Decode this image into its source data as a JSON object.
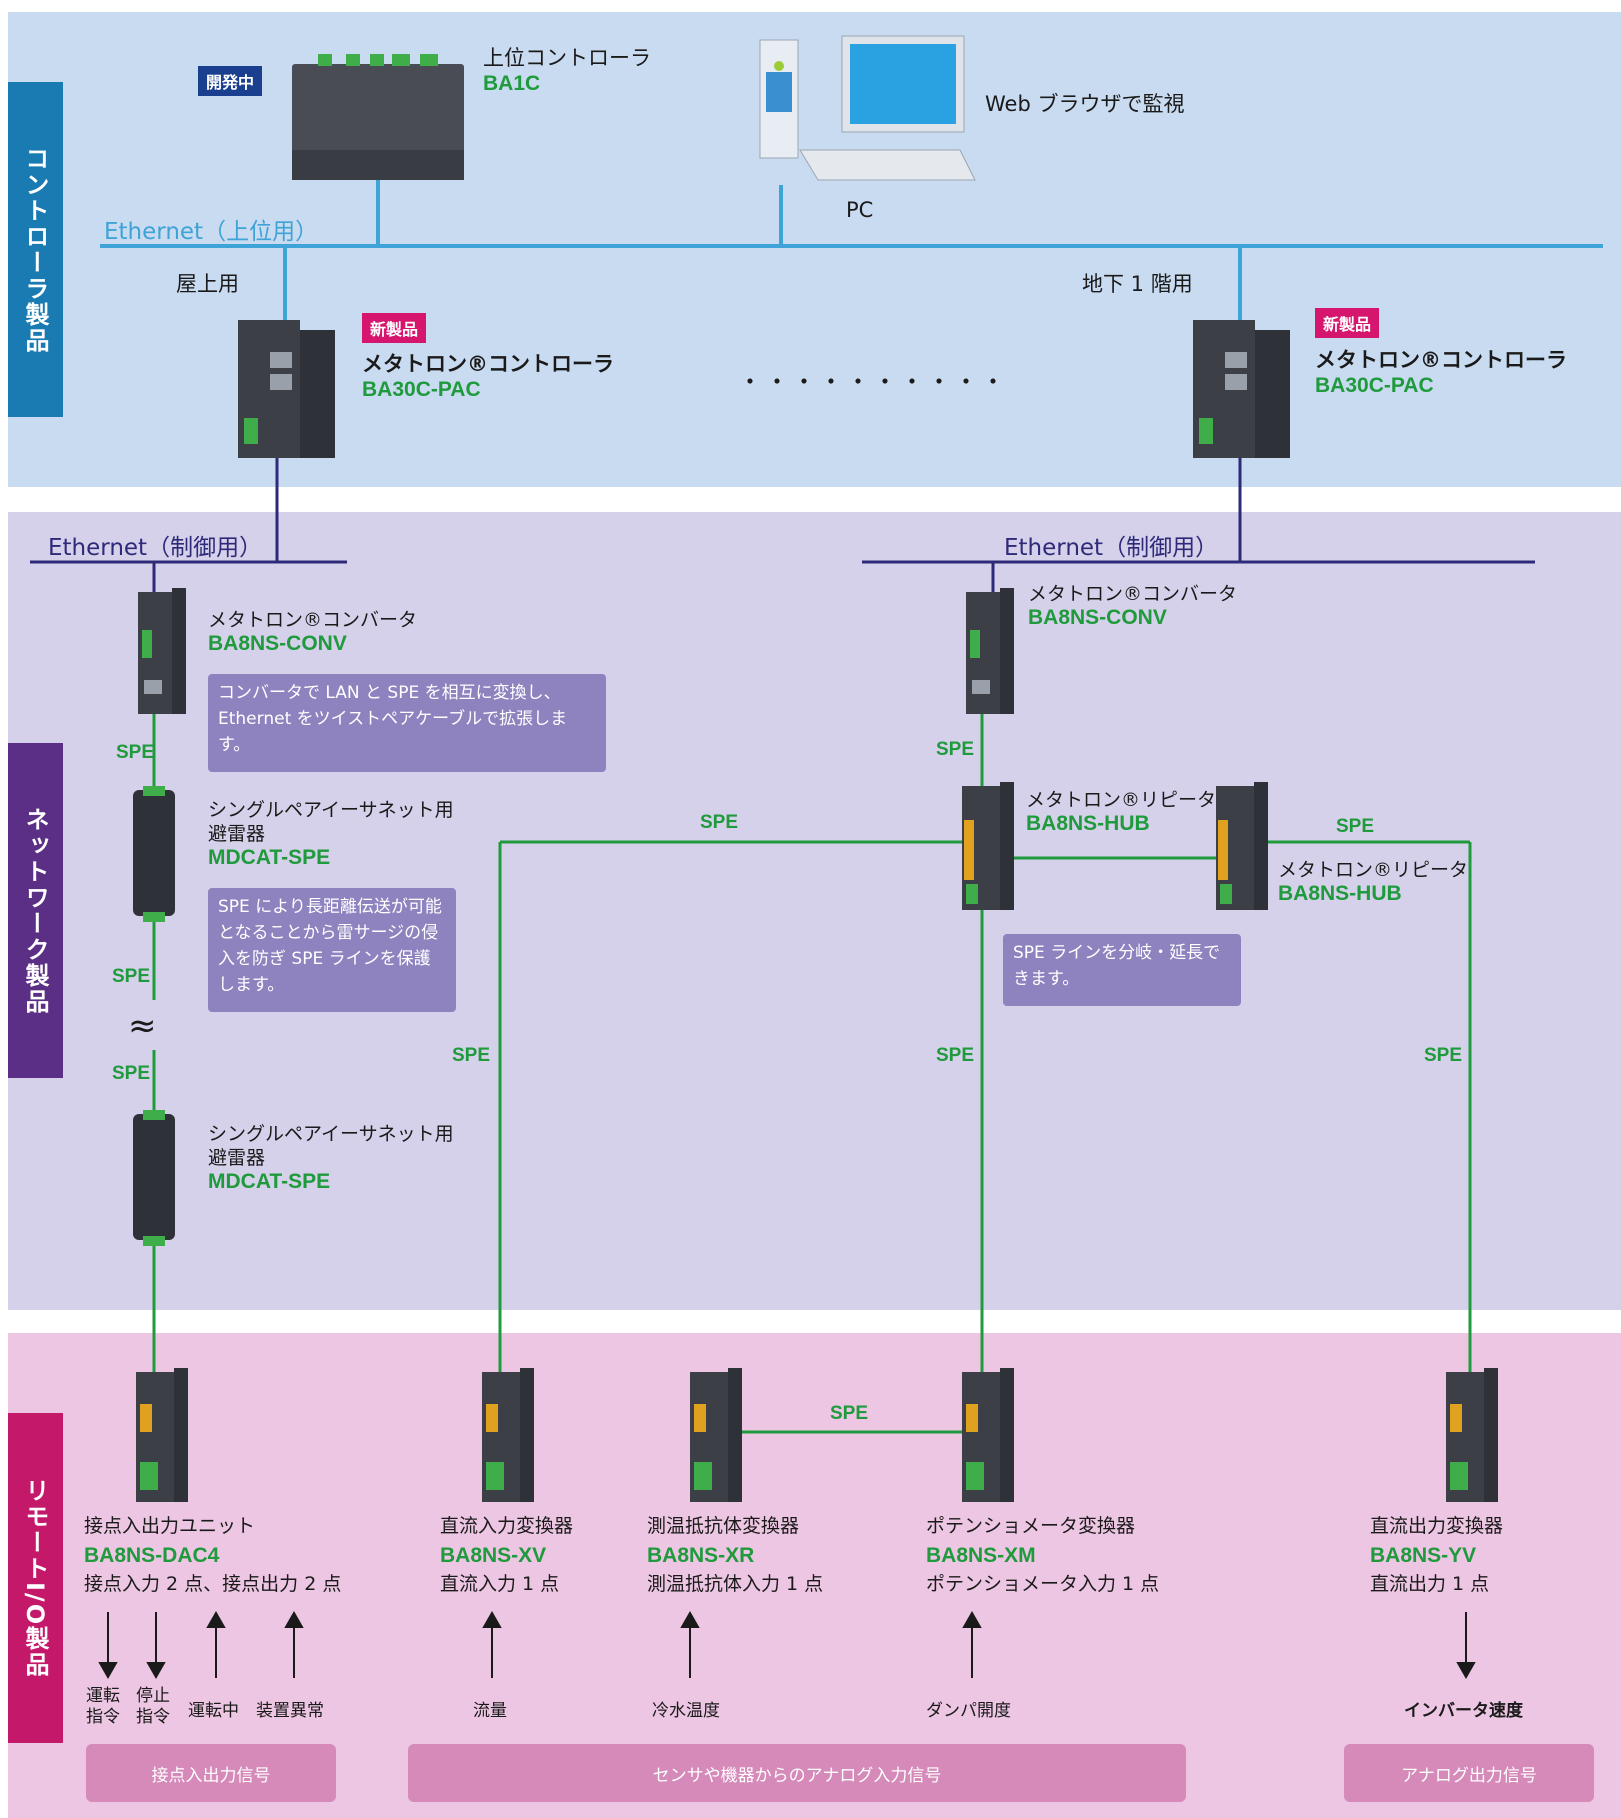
{
  "colors": {
    "controller_band": "#c9dbf0",
    "network_band": "#d6d1ea",
    "remote_band": "#ecc6e2",
    "green": "#1f9a3c",
    "navy": "#2e2a7a",
    "light_blue": "#3ea3d6"
  },
  "sections": {
    "controller": "コントローラ製品",
    "network": "ネットワーク製品",
    "remote": "リモートI/O製品"
  },
  "controller": {
    "ba1c": {
      "tag": "開発中",
      "name": "上位コントローラ",
      "model": "BA1C"
    },
    "pc": {
      "caption": "Web ブラウザで監視",
      "label": "PC"
    },
    "ethernet_upper": "Ethernet（上位用）",
    "rooftop": "屋上用",
    "basement": "地下 1 階用",
    "pac_left": {
      "tag": "新製品",
      "name": "メタトロン®コントローラ",
      "model": "BA30C-PAC"
    },
    "pac_right": {
      "tag": "新製品",
      "name": "メタトロン®コントローラ",
      "model": "BA30C-PAC"
    },
    "dots": "・・・・・・・・・・"
  },
  "network": {
    "eth_left": "Ethernet（制御用）",
    "eth_right": "Ethernet（制御用）",
    "conv_left": {
      "name": "メタトロン®コンバータ",
      "model": "BA8NS-CONV"
    },
    "conv_right": {
      "name": "メタトロン®コンバータ",
      "model": "BA8NS-CONV"
    },
    "conv_note": "コンバータで LAN と SPE を相互に変換し、Ethernet をツイストペアケーブルで拡張します。",
    "spd1": {
      "name1": "シングルペアイーサネット用",
      "name2": "避雷器",
      "model": "MDCAT-SPE"
    },
    "spd_note": "SPE により長距離伝送が可能となることから雷サージの侵入を防ぎ SPE ラインを保護します。",
    "spd2": {
      "name1": "シングルペアイーサネット用",
      "name2": "避雷器",
      "model": "MDCAT-SPE"
    },
    "hub1": {
      "name": "メタトロン®リピータ",
      "model": "BA8NS-HUB"
    },
    "hub2": {
      "name": "メタトロン®リピータ",
      "model": "BA8NS-HUB"
    },
    "hub_note": "SPE ラインを分岐・延長できます。",
    "spe": "SPE",
    "wave": "≈"
  },
  "remote": {
    "dac4": {
      "name": "接点入出力ユニット",
      "model": "BA8NS-DAC4",
      "spec": "接点入力 2 点、接点出力 2 点"
    },
    "xv": {
      "name": "直流入力変換器",
      "model": "BA8NS-XV",
      "spec": "直流入力 1 点"
    },
    "xr": {
      "name": "測温抵抗体変換器",
      "model": "BA8NS-XR",
      "spec": "測温抵抗体入力 1 点"
    },
    "xm": {
      "name": "ポテンショメータ変換器",
      "model": "BA8NS-XM",
      "spec": "ポテンショメータ入力 1 点"
    },
    "yv": {
      "name": "直流出力変換器",
      "model": "BA8NS-YV",
      "spec": "直流出力 1 点"
    },
    "signals": {
      "run_cmd1": "運転",
      "run_cmd2": "指令",
      "stop_cmd1": "停止",
      "stop_cmd2": "指令",
      "running": "運転中",
      "fault": "装置異常",
      "flow": "流量",
      "chilled": "冷水温度",
      "damper": "ダンパ開度",
      "inverter": "インバータ速度"
    },
    "groups": {
      "contact": "接点入出力信号",
      "analog_in": "センサや機器からのアナログ入力信号",
      "analog_out": "アナログ出力信号"
    }
  }
}
